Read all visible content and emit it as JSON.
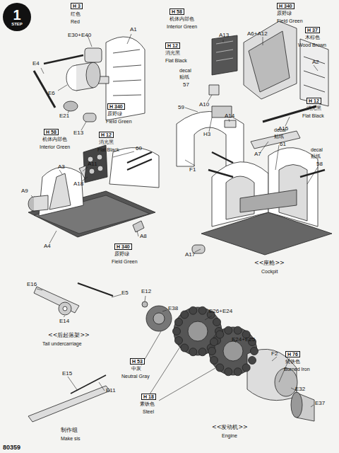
{
  "diagram": {
    "nodes": [
      {
        "text": [
          "1",
          "STEP"
        ]
      }
    ],
    "edges": [],
    "labels": [
      "H 3",
      "红色",
      "Red",
      "E30+E40",
      "A1",
      "E4",
      "E6",
      "E21",
      "E13",
      "H 340",
      "原野绿",
      "Field Green",
      "H 58",
      "机体内部色",
      "Interior Green",
      "H 12",
      "消光黑",
      "Flat Black",
      "decal",
      "贴纸",
      "57",
      "A13",
      "A10",
      "59",
      "H3",
      "A14",
      "F1",
      "H 340",
      "原野绿",
      "Field Green",
      "H 37",
      "木棕色",
      "Wood Brown",
      "A6+A12",
      "A2",
      "H 12",
      "消光黑",
      "Flat Black",
      "A15",
      "A7",
      "H 58",
      "机体内部色",
      "Interior Green",
      "H 12",
      "消光黑",
      "Flat Black",
      "A11",
      "A18",
      "60",
      "A3",
      "A9",
      "A4",
      "A8",
      "H 340",
      "原野绿",
      "Field Green",
      "decal",
      "贴纸",
      "61",
      "decal",
      "贴纸",
      "58",
      "A17",
      "<<座舱>>",
      "Cockpit",
      "E16",
      "E5",
      "E14",
      "<<后起落架>>",
      "Tail undercarriage",
      "E12",
      "E38",
      "E26+E24",
      "E24+E25",
      "F2",
      "H 76",
      "烧铁色",
      "Burned Iron",
      "H 53",
      "中灰",
      "Neutral Gray",
      "H 18",
      "素铁色",
      "Steel",
      "E32",
      "E37",
      "<<发动机>>",
      "Engine",
      "E15",
      "E11",
      "制作组",
      "Make sis",
      "80359"
    ]
  }
}
